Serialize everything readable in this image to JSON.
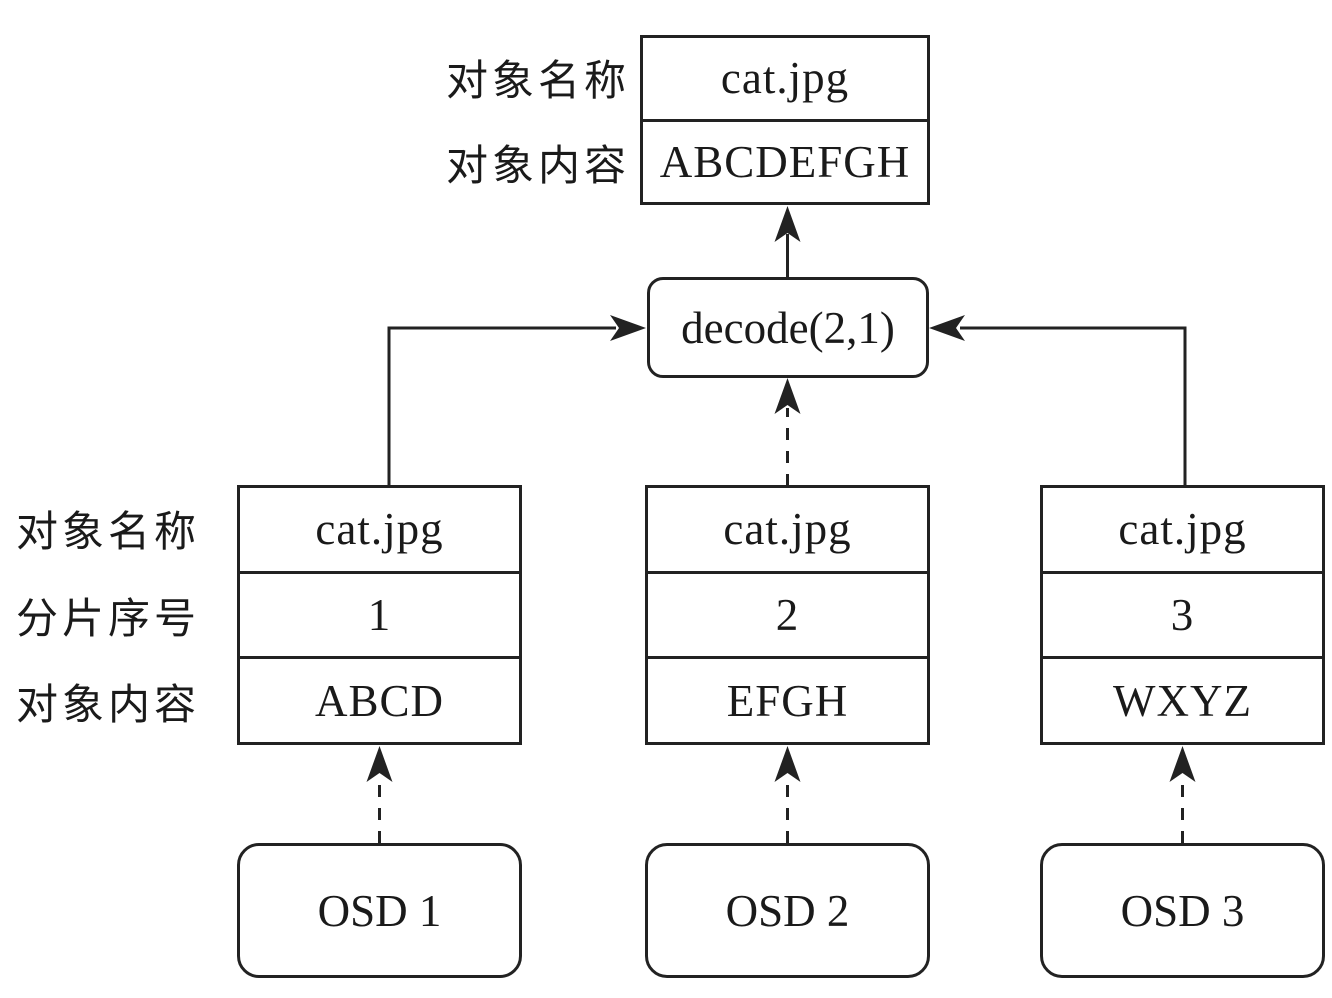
{
  "diagram": {
    "colors": {
      "line": "#222222",
      "text": "#1a1a1a",
      "background": "#ffffff"
    },
    "top_labels": {
      "name": "对象名称",
      "content": "对象内容"
    },
    "result_object": {
      "name": "cat.jpg",
      "content": "ABCDEFGH"
    },
    "decode": {
      "label": "decode(2,1)"
    },
    "side_labels": {
      "name": "对象名称",
      "index": "分片序号",
      "content": "对象内容"
    },
    "shards": [
      {
        "name": "cat.jpg",
        "index": "1",
        "content": "ABCD",
        "osd": "OSD 1"
      },
      {
        "name": "cat.jpg",
        "index": "2",
        "content": "EFGH",
        "osd": "OSD 2"
      },
      {
        "name": "cat.jpg",
        "index": "3",
        "content": "WXYZ",
        "osd": "OSD 3"
      }
    ]
  }
}
